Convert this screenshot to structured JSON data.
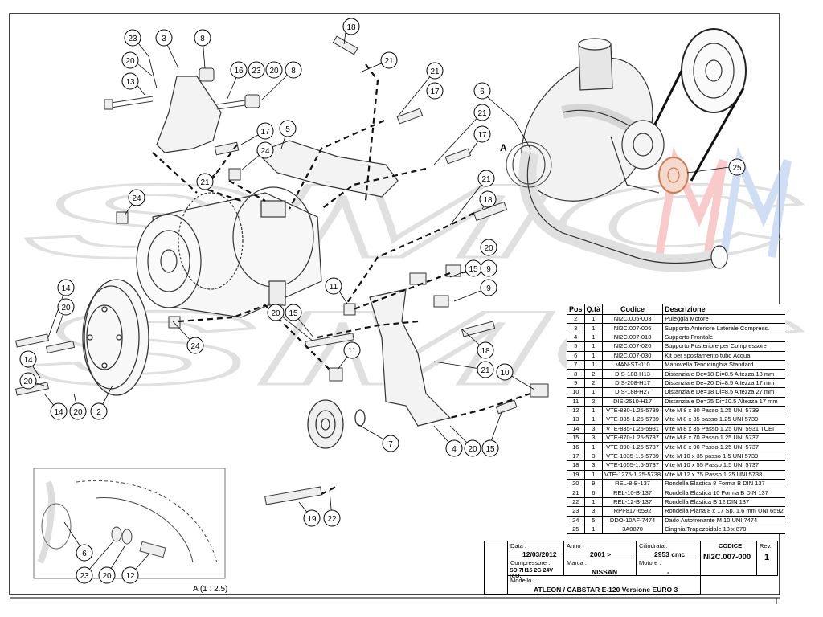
{
  "drawing": {
    "view_label_a": "A",
    "detail_label": "A (1 : 2.5)",
    "watermark": "SMC"
  },
  "callouts": [
    {
      "id": "c23a",
      "n": "23"
    },
    {
      "id": "c3",
      "n": "3"
    },
    {
      "id": "c8a",
      "n": "8"
    },
    {
      "id": "c18a",
      "n": "18"
    },
    {
      "id": "c20a",
      "n": "20"
    },
    {
      "id": "c13",
      "n": "13"
    },
    {
      "id": "c16",
      "n": "16"
    },
    {
      "id": "c23b",
      "n": "23"
    },
    {
      "id": "c20b",
      "n": "20"
    },
    {
      "id": "c8b",
      "n": "8"
    },
    {
      "id": "c21a",
      "n": "21"
    },
    {
      "id": "c21b",
      "n": "21"
    },
    {
      "id": "c17a",
      "n": "17"
    },
    {
      "id": "c6a",
      "n": "6"
    },
    {
      "id": "c17b",
      "n": "17"
    },
    {
      "id": "c5",
      "n": "5"
    },
    {
      "id": "c21c",
      "n": "21"
    },
    {
      "id": "c17c",
      "n": "17"
    },
    {
      "id": "c24a",
      "n": "24"
    },
    {
      "id": "c21d",
      "n": "21"
    },
    {
      "id": "c24b",
      "n": "24"
    },
    {
      "id": "c21e",
      "n": "21"
    },
    {
      "id": "c18b",
      "n": "18"
    },
    {
      "id": "c25",
      "n": "25"
    },
    {
      "id": "c15a",
      "n": "15"
    },
    {
      "id": "c20c",
      "n": "20"
    },
    {
      "id": "c9a",
      "n": "9"
    },
    {
      "id": "c11a",
      "n": "11"
    },
    {
      "id": "c9b",
      "n": "9"
    },
    {
      "id": "c14a",
      "n": "14"
    },
    {
      "id": "c20d",
      "n": "20"
    },
    {
      "id": "c15b",
      "n": "15"
    },
    {
      "id": "c24c",
      "n": "24"
    },
    {
      "id": "c14b",
      "n": "14"
    },
    {
      "id": "c20e",
      "n": "20"
    },
    {
      "id": "c18c",
      "n": "18"
    },
    {
      "id": "c11b",
      "n": "11"
    },
    {
      "id": "c21f",
      "n": "21"
    },
    {
      "id": "c10",
      "n": "10"
    },
    {
      "id": "c14c",
      "n": "14"
    },
    {
      "id": "c20f",
      "n": "20"
    },
    {
      "id": "c2",
      "n": "2"
    },
    {
      "id": "c7",
      "n": "7"
    },
    {
      "id": "c4",
      "n": "4"
    },
    {
      "id": "c20g",
      "n": "20"
    },
    {
      "id": "c15c",
      "n": "15"
    },
    {
      "id": "c19",
      "n": "19"
    },
    {
      "id": "c22",
      "n": "22"
    },
    {
      "id": "c6b",
      "n": "6"
    },
    {
      "id": "c23c",
      "n": "23"
    },
    {
      "id": "c20h",
      "n": "20"
    },
    {
      "id": "c12",
      "n": "12"
    }
  ],
  "parts_table": {
    "headers": {
      "pos": "Pos",
      "qty": "Q.tà",
      "code": "Codice",
      "desc": "Descrizione"
    },
    "rows": [
      {
        "pos": "2",
        "qty": "1",
        "code": "NI2C.005-003",
        "desc": "Puleggia Motore"
      },
      {
        "pos": "3",
        "qty": "1",
        "code": "NI2C.007-006",
        "desc": "Supporto Anteriore Laterale Compress."
      },
      {
        "pos": "4",
        "qty": "1",
        "code": "NI2C.007-010",
        "desc": "Supporto Frontale"
      },
      {
        "pos": "5",
        "qty": "1",
        "code": "NI2C.007-020",
        "desc": "Supporto Posteriore per Compressore"
      },
      {
        "pos": "6",
        "qty": "1",
        "code": "NI2C.007-030",
        "desc": "Kit per spostamento tubo Acqua"
      },
      {
        "pos": "7",
        "qty": "1",
        "code": "MAN-ST-010",
        "desc": "Manovella Tendicinghia Standard"
      },
      {
        "pos": "8",
        "qty": "2",
        "code": "DIS-188-H13",
        "desc": "Distanziale De=18 Di=8.5 Altezza 13 mm"
      },
      {
        "pos": "9",
        "qty": "2",
        "code": "DIS-208-H17",
        "desc": "Distanziale De=20 Di=8.5 Altezza 17 mm"
      },
      {
        "pos": "10",
        "qty": "1",
        "code": "DIS-188-H27",
        "desc": "Distanziale De=18 Di=8.5 Altezza 27 mm"
      },
      {
        "pos": "11",
        "qty": "2",
        "code": "DIS-2510-H17",
        "desc": "Distanziale De=25 Di=10.5 Altezza 17 mm"
      },
      {
        "pos": "12",
        "qty": "1",
        "code": "VTE-830-1.25-5739",
        "desc": "Vite M 8 x 30 Passo 1.25 UNI 5739"
      },
      {
        "pos": "13",
        "qty": "1",
        "code": "VTE-835-1.25-5739",
        "desc": "Vite M 8 x 35 passo 1.25 UNI 5739"
      },
      {
        "pos": "14",
        "qty": "3",
        "code": "VTE-835-1.25-5931",
        "desc": "Vite M 8 x 35 Passo 1.25 UNI 5931 TCEI"
      },
      {
        "pos": "15",
        "qty": "3",
        "code": "VTE-870-1.25-5737",
        "desc": "Vite M 8 x 70 Passo 1.25 UNI 5737"
      },
      {
        "pos": "16",
        "qty": "1",
        "code": "VTE-890-1.25-5737",
        "desc": "Vite M 8 x 90 Passo 1.25 UNI 5737"
      },
      {
        "pos": "17",
        "qty": "3",
        "code": "VTE-1035-1.5-5739",
        "desc": "Vite M 10 x 35 passo 1.5 UNI 5739"
      },
      {
        "pos": "18",
        "qty": "3",
        "code": "VTE-1055-1.5-5737",
        "desc": "Vite M 10 x 55 Passo 1.5 UNI 5737"
      },
      {
        "pos": "19",
        "qty": "1",
        "code": "VTE-1275-1.25-5738",
        "desc": "Vite M 12 x 75 Passo 1.25 UNI 5738"
      },
      {
        "pos": "20",
        "qty": "9",
        "code": "REL-8-B-137",
        "desc": "Rondella Elastica 8 Forma B DIN 137"
      },
      {
        "pos": "21",
        "qty": "6",
        "code": "REL-10-B-137",
        "desc": "Rondella Elastica 10 Forma B DIN 137"
      },
      {
        "pos": "22",
        "qty": "1",
        "code": "REL-12-B-137",
        "desc": "Rondella Elastica B 12 DIN 137"
      },
      {
        "pos": "23",
        "qty": "3",
        "code": "RPI-817-6592",
        "desc": "Rondella Piana 8 x 17 Sp. 1.6 mm UNI 6592"
      },
      {
        "pos": "24",
        "qty": "5",
        "code": "DDO-10AF-7474",
        "desc": "Dado Autofrenante M 10 UNI 7474"
      },
      {
        "pos": "25",
        "qty": "1",
        "code": "3A0870",
        "desc": "Cinghia Trapezoidale 13 x 870"
      }
    ]
  },
  "title_block": {
    "data_label": "Data :",
    "data_value": "12/03/2012",
    "anno_label": "Anno :",
    "anno_value": "2001 >",
    "cilindrata_label": "Cilindrata :",
    "cilindrata_value": "2953 cmc",
    "codice_label": "CODICE",
    "codice_value": "NI2C.007-000",
    "rev_label": "Rev.",
    "rev_value": "1",
    "compressore_label": "Compressore :",
    "compressore_value": "SD 7H15 2G 24V R.O.",
    "marca_label": "Marca :",
    "marca_value": "NISSAN",
    "motore_label": "Motore :",
    "motore_value": "-",
    "modello_label": "Modello :",
    "modello_value": "ATLEON / CABSTAR E-120 Versione EURO 3"
  }
}
